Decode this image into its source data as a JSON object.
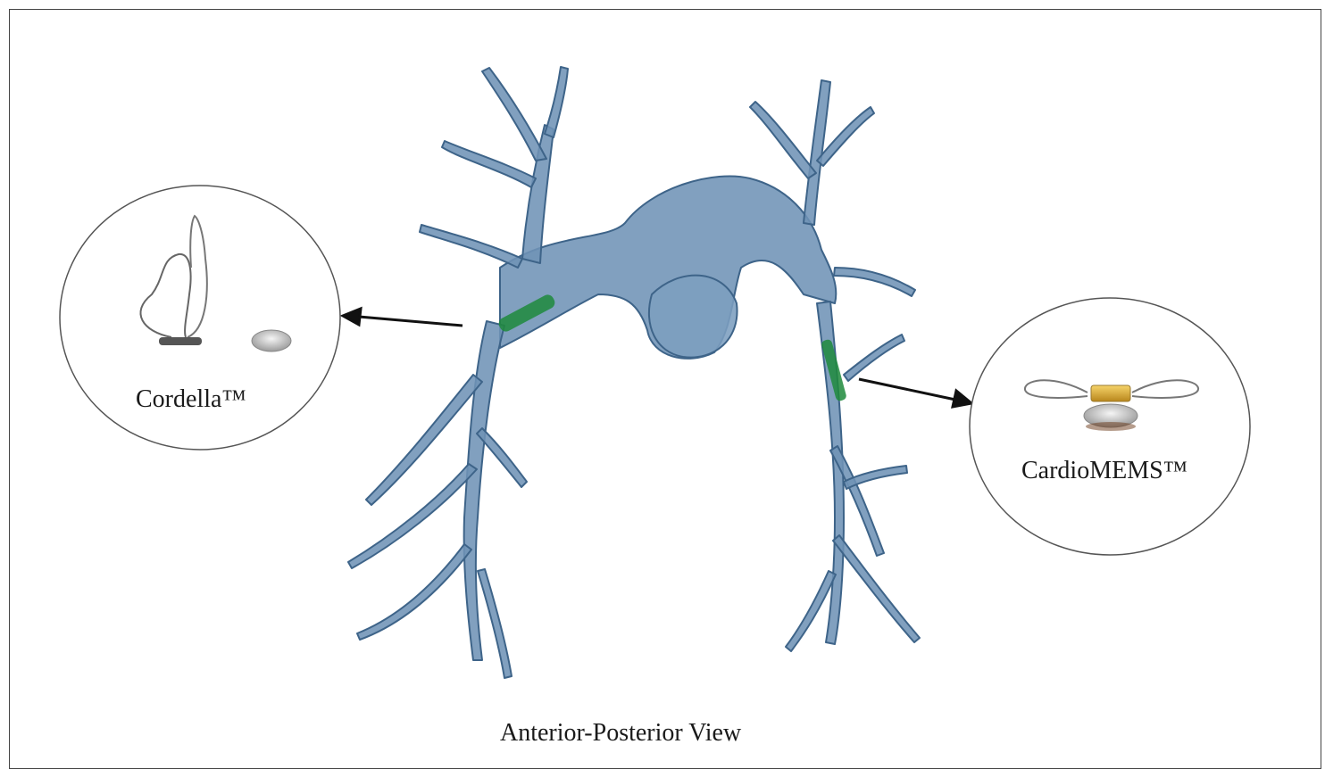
{
  "figure": {
    "view_caption": "Anterior-Posterior View"
  },
  "devices": {
    "left": {
      "name": "Cordella™"
    },
    "right": {
      "name": "CardioMEMS™"
    }
  },
  "colors": {
    "vessel_fill": "#6f93b6",
    "vessel_dark": "#3e6489",
    "implant_green": "#1f8a3c",
    "arrow": "#111111"
  }
}
